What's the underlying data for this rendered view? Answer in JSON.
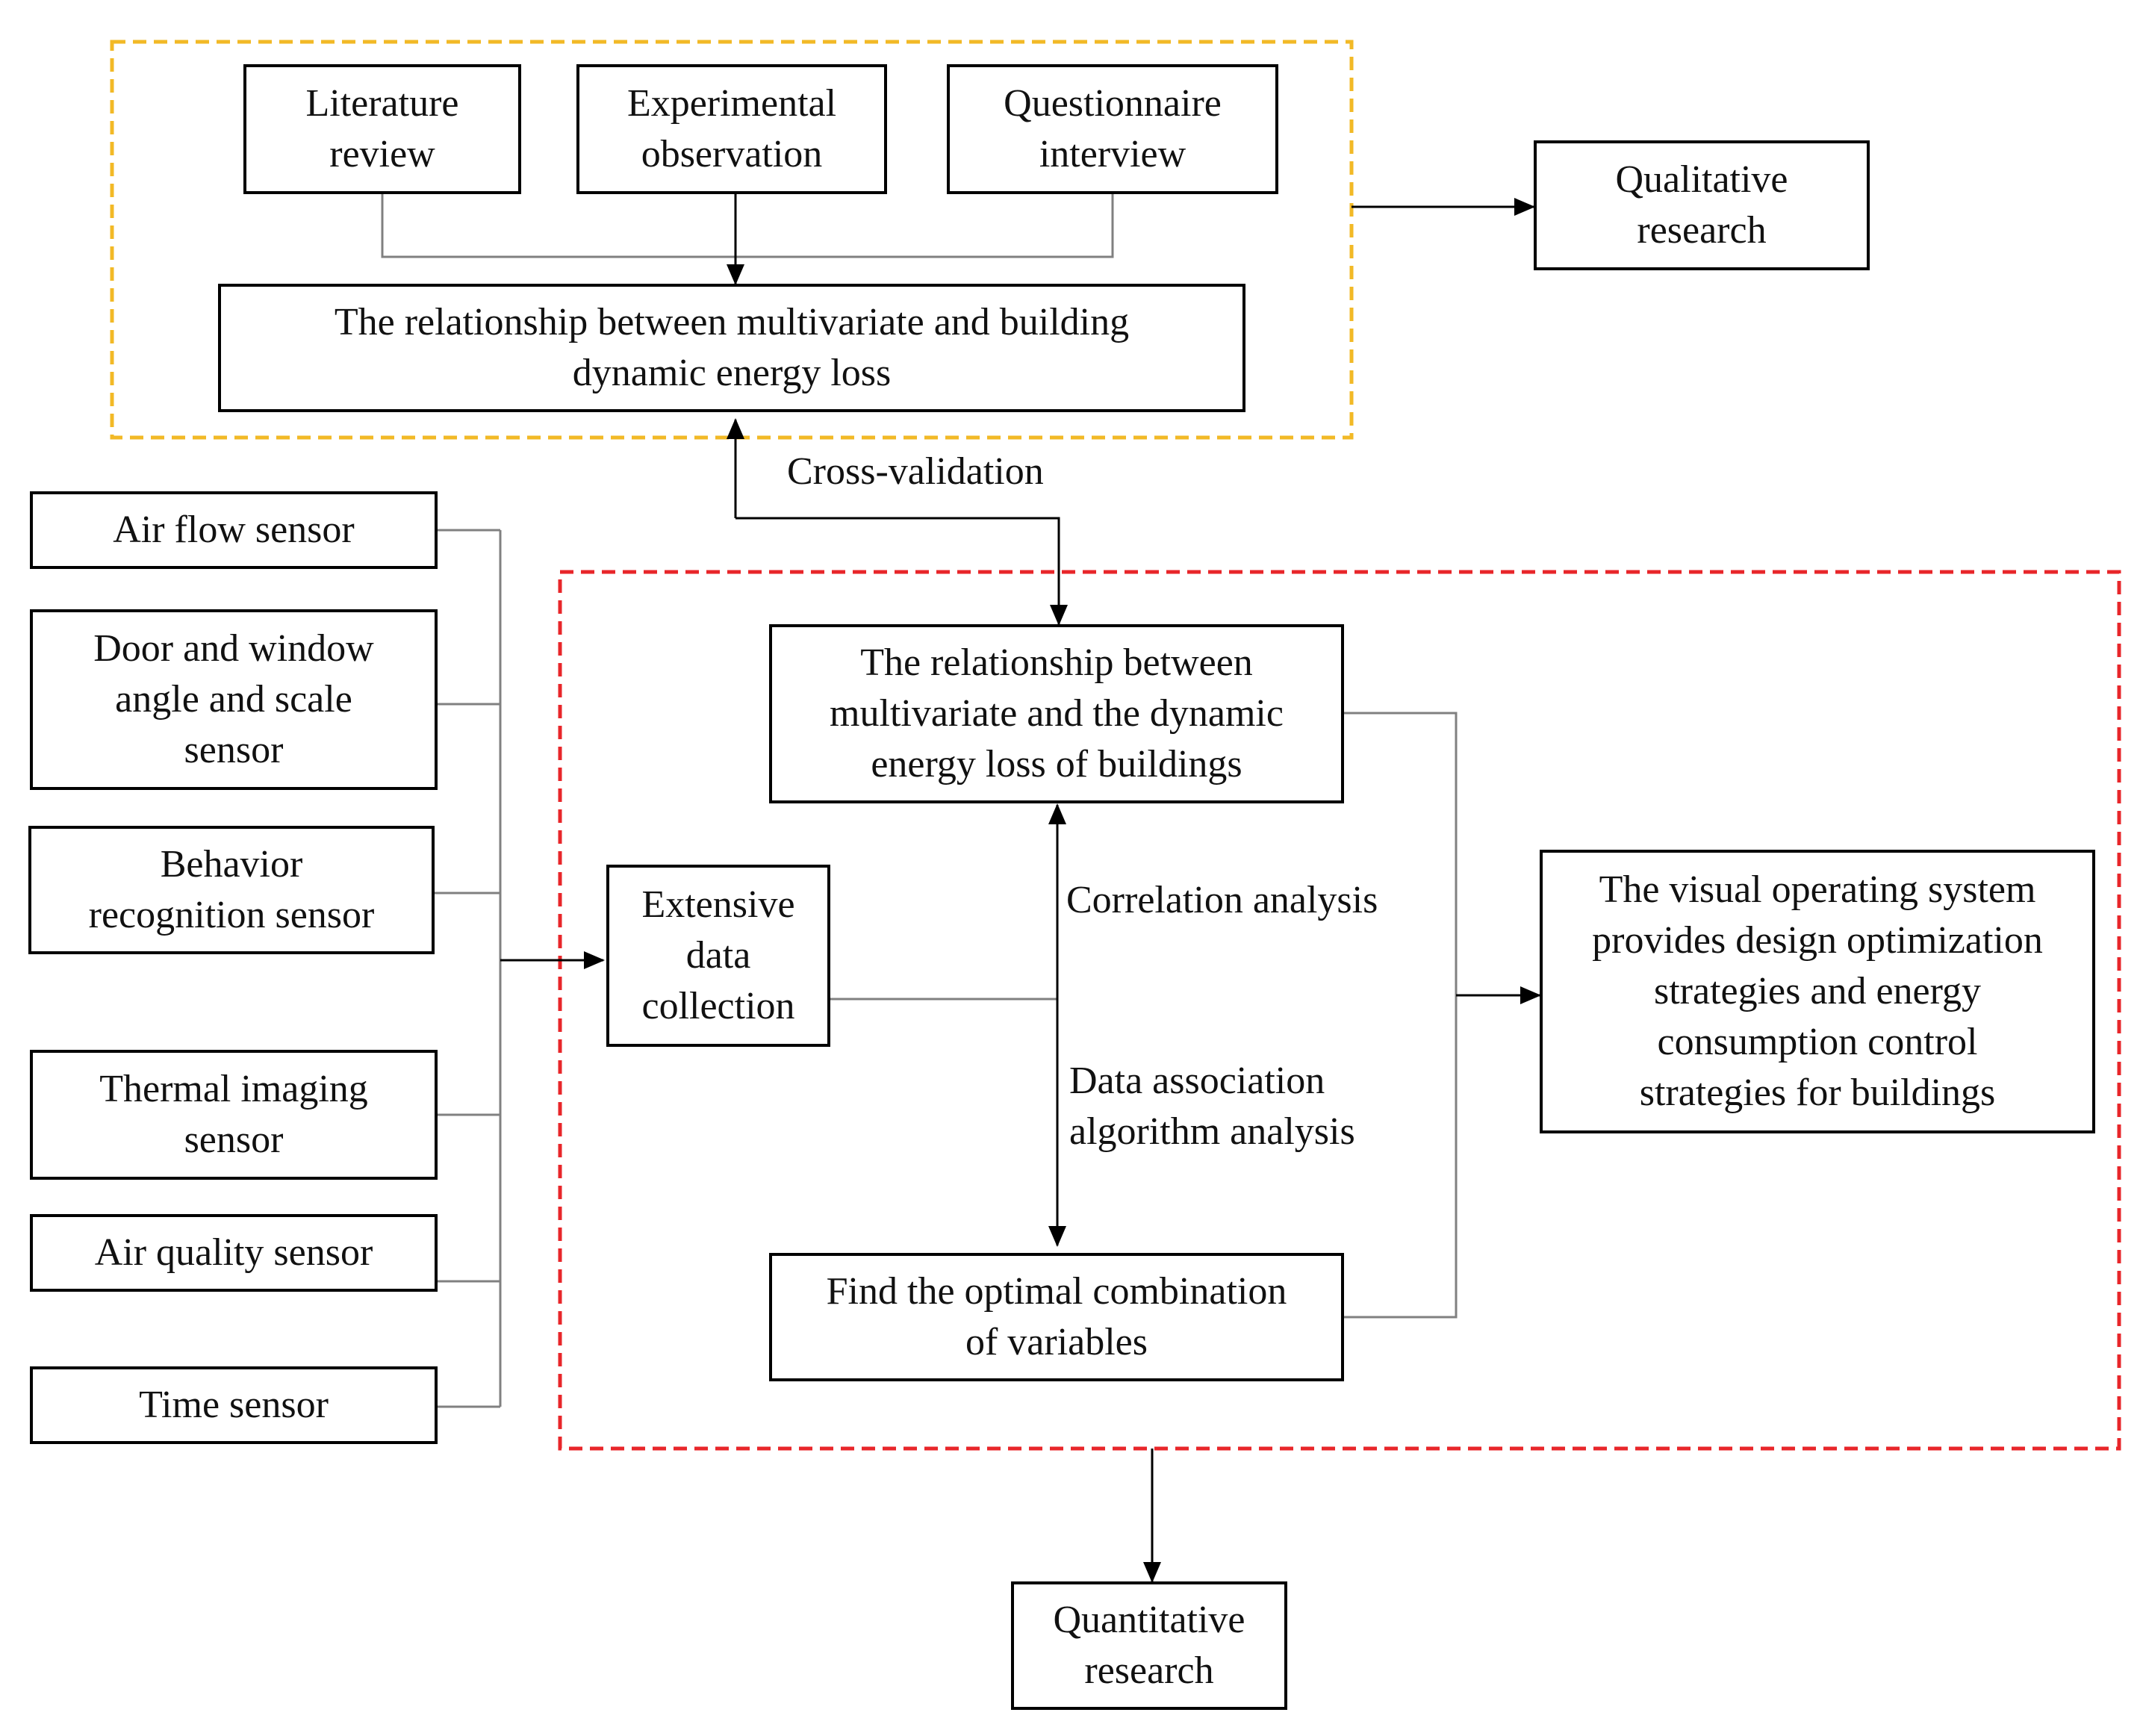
{
  "colors": {
    "qualitative_frame": "#f2b926",
    "quantitative_frame": "#e8262a",
    "stroke": "#000000",
    "connector": "#808080"
  },
  "qualitative": {
    "literature_review": "Literature\nreview",
    "experimental_observation": "Experimental\nobservation",
    "questionnaire_interview": "Questionnaire\ninterview",
    "relationship": "The relationship  between multivariate  and building\ndynamic energy loss",
    "output": "Qualitative\nresearch"
  },
  "cross_validation": "Cross-validation",
  "sensors": [
    "Air flow sensor",
    "Door and window\nangle and scale\nsensor",
    "Behavior\nrecognition sensor",
    "Thermal imaging\nsensor",
    "Air quality sensor",
    "Time sensor"
  ],
  "quantitative": {
    "data_collection": "Extensive\ndata\ncollection",
    "relationship": "The relationship  between\nmultivariate  and the dynamic\nenergy loss of buildings",
    "correlation_analysis": "Correlation analysis",
    "data_association": "Data association\nalgorithm analysis",
    "optimal_combination": "Find the optimal combination\nof variables",
    "visual_system": "The visual operating system\nprovides design optimization\nstrategies and energy\nconsumption control\nstrategies for buildings",
    "output": "Quantitative\nresearch"
  }
}
